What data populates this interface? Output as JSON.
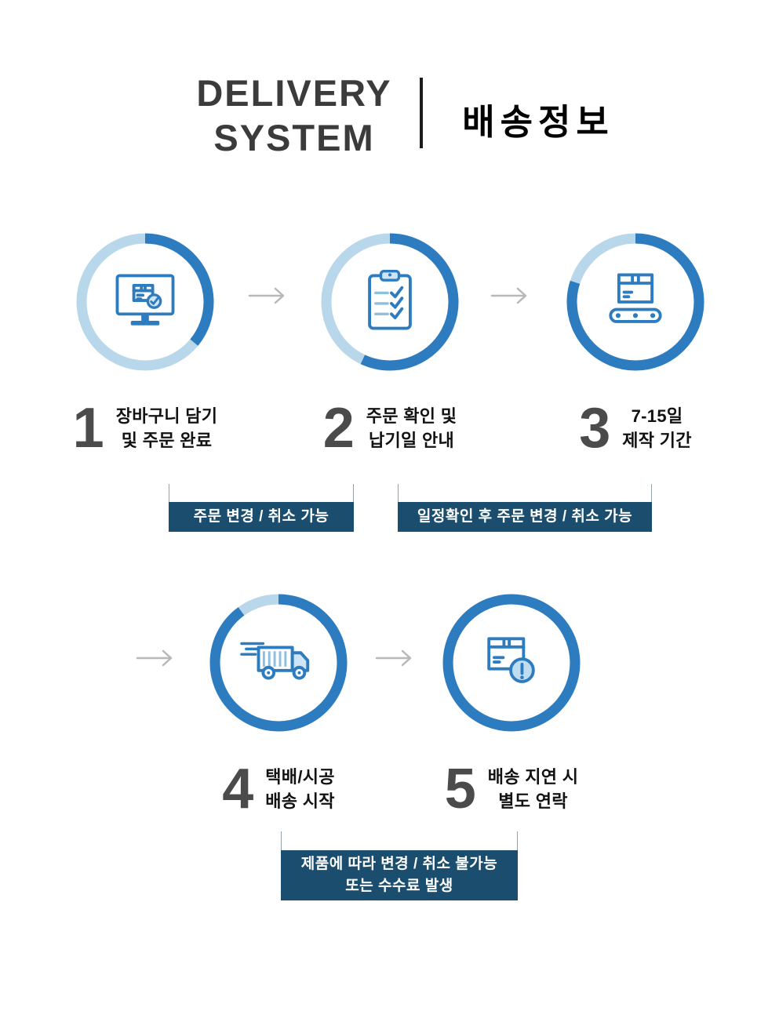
{
  "header": {
    "title_line1": "DELIVERY",
    "title_line2": "SYSTEM",
    "subtitle": "배송정보"
  },
  "colors": {
    "ring_light": "#b9d7ea",
    "ring_dark": "#2d7cc0",
    "icon_stroke": "#2d7cc0",
    "icon_fill_light": "#cfe4f4",
    "number_gray": "#4b4b4b",
    "step_text": "#121212",
    "badge_bg": "#1b4e6e",
    "badge_text": "#ffffff",
    "arrow_gray": "#b8b8b8"
  },
  "steps": [
    {
      "number": "1",
      "icon": "monitor-order-icon",
      "ring_percent": 36,
      "lines": [
        "장바구니 담기",
        "및 주문 완료"
      ]
    },
    {
      "number": "2",
      "icon": "clipboard-checklist-icon",
      "ring_percent": 57,
      "lines": [
        "주문 확인 및",
        "납기일 안내"
      ]
    },
    {
      "number": "3",
      "icon": "package-production-icon",
      "ring_percent": 80,
      "lines": [
        "7-15일",
        "제작 기간"
      ]
    },
    {
      "number": "4",
      "icon": "delivery-truck-icon",
      "ring_percent": 90,
      "lines": [
        "택배/시공",
        "배송 시작"
      ]
    },
    {
      "number": "5",
      "icon": "package-alert-icon",
      "ring_percent": 100,
      "lines": [
        "배송 지연 시",
        "별도 연락"
      ]
    }
  ],
  "notes": [
    {
      "lines": [
        "주문 변경 / 취소 가능"
      ]
    },
    {
      "lines": [
        "일정확인 후 주문 변경 / 취소 가능"
      ]
    },
    {
      "lines": [
        "제품에 따라 변경 / 취소 불가능",
        "또는 수수료 발생"
      ]
    }
  ]
}
